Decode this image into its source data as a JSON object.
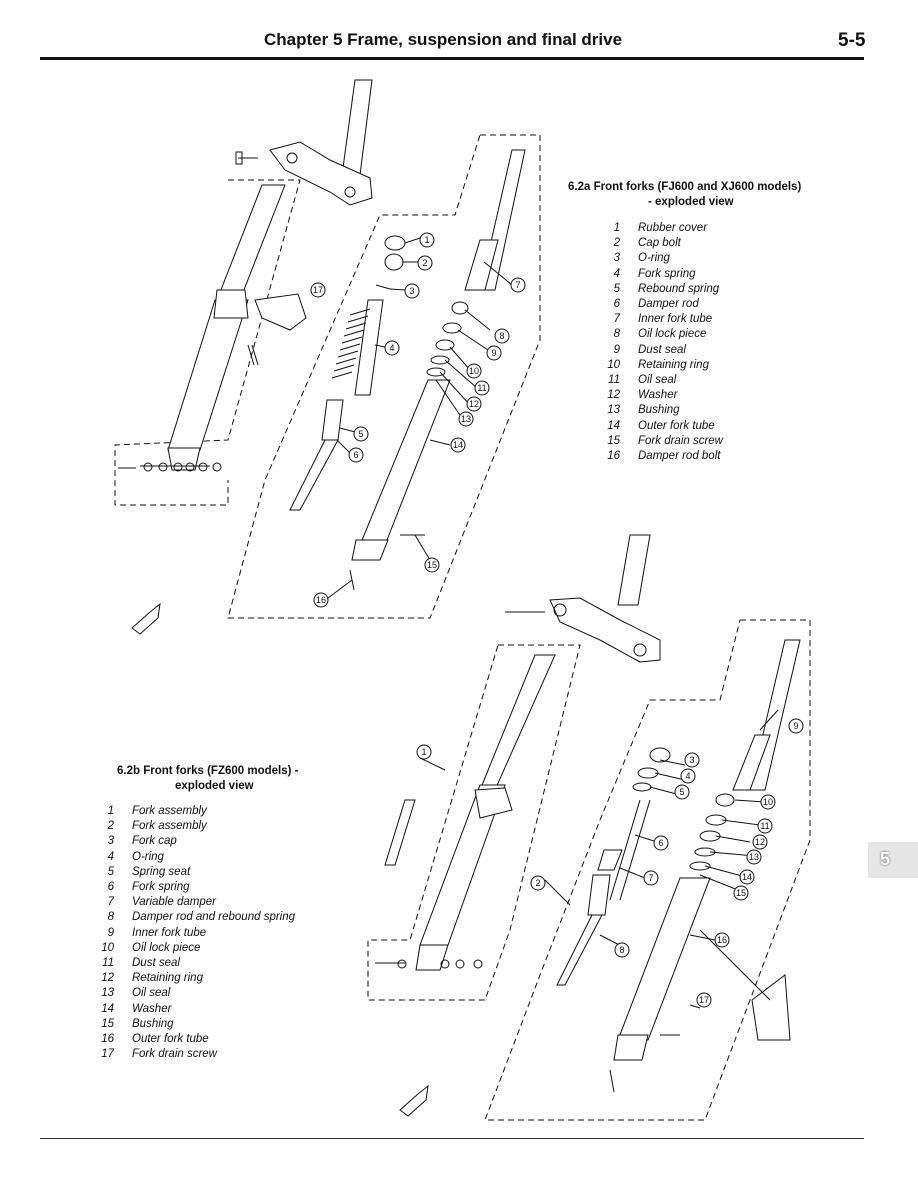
{
  "header": {
    "title": "Chapter 5  Frame, suspension and final drive",
    "page": "5-5"
  },
  "figure_a": {
    "caption_line1": "6.2a  Front forks (FJ600 and XJ600 models)",
    "caption_line2": "- exploded view",
    "parts": [
      {
        "n": "1",
        "label": "Rubber cover"
      },
      {
        "n": "2",
        "label": "Cap bolt"
      },
      {
        "n": "3",
        "label": "O-ring"
      },
      {
        "n": "4",
        "label": "Fork spring"
      },
      {
        "n": "5",
        "label": "Rebound spring"
      },
      {
        "n": "6",
        "label": "Damper rod"
      },
      {
        "n": "7",
        "label": "Inner fork tube"
      },
      {
        "n": "8",
        "label": "Oil lock piece"
      },
      {
        "n": "9",
        "label": "Dust seal"
      },
      {
        "n": "10",
        "label": "Retaining ring"
      },
      {
        "n": "11",
        "label": "Oil seal"
      },
      {
        "n": "12",
        "label": "Washer"
      },
      {
        "n": "13",
        "label": "Bushing"
      },
      {
        "n": "14",
        "label": "Outer fork tube"
      },
      {
        "n": "15",
        "label": "Fork drain screw"
      },
      {
        "n": "16",
        "label": "Damper rod bolt"
      }
    ]
  },
  "figure_b": {
    "caption_line1": "6.2b  Front forks (FZ600 models) -",
    "caption_line2": "exploded view",
    "parts": [
      {
        "n": "1",
        "label": "Fork assembly"
      },
      {
        "n": "2",
        "label": "Fork assembly"
      },
      {
        "n": "3",
        "label": "Fork cap"
      },
      {
        "n": "4",
        "label": "O-ring"
      },
      {
        "n": "5",
        "label": "Spring seat"
      },
      {
        "n": "6",
        "label": "Fork spring"
      },
      {
        "n": "7",
        "label": "Variable damper"
      },
      {
        "n": "8",
        "label": "Damper rod and rebound spring"
      },
      {
        "n": "9",
        "label": "Inner fork tube"
      },
      {
        "n": "10",
        "label": "Oil lock piece"
      },
      {
        "n": "11",
        "label": "Dust seal"
      },
      {
        "n": "12",
        "label": "Retaining ring"
      },
      {
        "n": "13",
        "label": "Oil seal"
      },
      {
        "n": "14",
        "label": "Washer"
      },
      {
        "n": "15",
        "label": "Bushing"
      },
      {
        "n": "16",
        "label": "Outer fork tube"
      },
      {
        "n": "17",
        "label": "Fork drain screw"
      }
    ]
  },
  "chapter_tab": "5",
  "icons": {
    "front_arrow": "front-direction-arrow-icon"
  }
}
